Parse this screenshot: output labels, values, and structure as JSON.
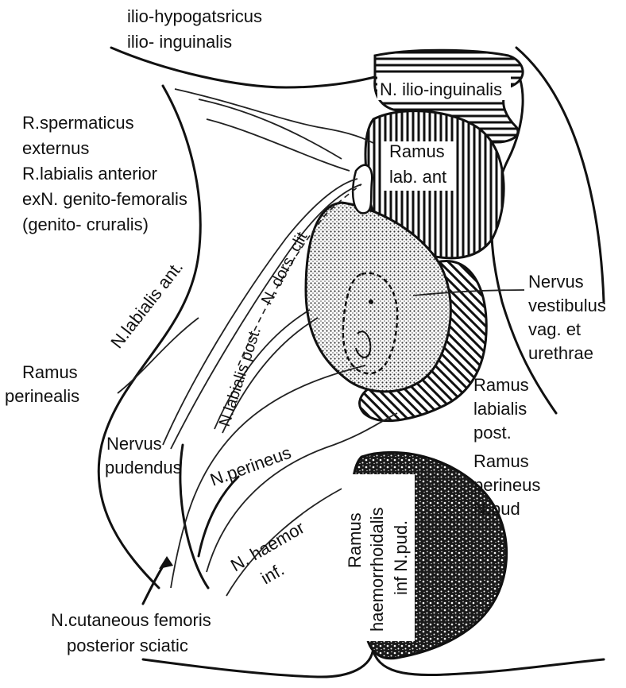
{
  "labels": {
    "ilio_hypogastricus": "ilio-hypogatsricus",
    "ilio_inguinalis": "ilio- inguinalis",
    "r_spermaticus": "R.spermaticus",
    "externus": "externus",
    "r_labialis_anterior": "R.labialis anterior",
    "exn_genito_femoralis": "exN. genito-femoralis",
    "genito_cruralis": "(genito- cruralis)",
    "n_ilio_inguinalis": "N. ilio-inguinalis",
    "ramus_lab_ant_1": "Ramus",
    "ramus_lab_ant_2": "lab. ant",
    "n_dors_clit": "N. dors. clit",
    "n_labialis_ant": "N.labialis ant.",
    "n_labialis_post": "N.labialis post.",
    "nervus_vestibulus_1": "Nervus",
    "nervus_vestibulus_2": "vestibulus",
    "nervus_vestibulus_3": "vag. et",
    "nervus_vestibulus_4": "urethrae",
    "ramus_perinealis_1": "Ramus",
    "ramus_perinealis_2": "perinealis",
    "nervus_pudendus_1": "Nervus",
    "nervus_pudendus_2": "pudendus",
    "n_perineus": "N.perineus",
    "ramus_labialis_post_1": "Ramus",
    "ramus_labialis_post_2": "labialis",
    "ramus_labialis_post_3": "post.",
    "ramus_perineus_1": "Ramus",
    "ramus_perineus_2": "perineus",
    "ramus_perineus_3": "N.pud",
    "n_haemor_1": "N. haemor",
    "n_haemor_2": "inf.",
    "ramus_haemorrhoidalis_1": "Ramus",
    "ramus_haemorrhoidalis_2": "haemorrhoidalis",
    "ramus_haemorrhoidalis_3": "inf N.pud.",
    "n_cutaneous_1": "N.cutaneous femoris",
    "n_cutaneous_2": "posterior sciatic"
  }
}
